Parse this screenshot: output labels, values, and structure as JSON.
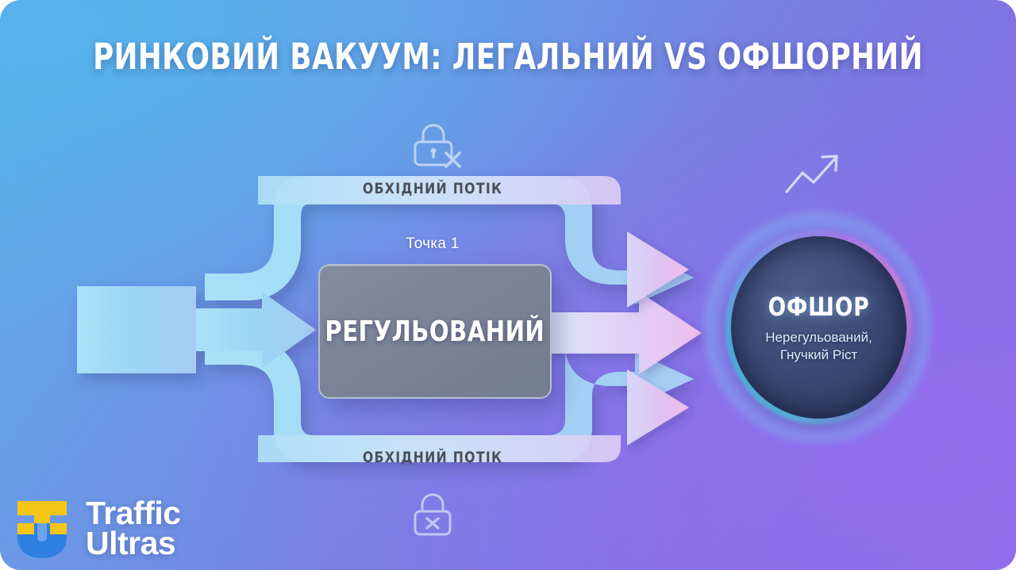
{
  "title": "РИНКОВИЙ ВАКУУМ: ЛЕГАЛЬНИЙ VS ОФШОРНИЙ",
  "flow": {
    "bypass_top_label": "ОБХІДНИЙ ПОТІК",
    "bypass_bottom_label": "ОБХІДНИЙ ПОТІК",
    "point_label": "Точка 1",
    "regulated_label": "РЕГУЛЬОВАНИЙ"
  },
  "offshore": {
    "title": "ОФШОР",
    "subtitle_line1": "Нерегульований,",
    "subtitle_line2": "Гнучкий Ріст"
  },
  "icons": {
    "lock_top": "lock-blocked-icon",
    "lock_bottom": "lock-blocked-icon",
    "trend": "trend-up-arrow-icon",
    "logo_mark": "traffic-ultras-tu-monogram-icon"
  },
  "logo": {
    "line1": "Traffic",
    "line2": "Ultras"
  },
  "colors": {
    "bg_start": "#5BAEE8",
    "bg_mid": "#7680E0",
    "bg_end": "#8B6CE8",
    "regulated_box": "#7B8496",
    "inflow_cyan": "#9BD7F6",
    "outflow_pink": "#E3BCF0",
    "offshore_core": "#3F4C78",
    "logo_yellow": "#F5C518",
    "logo_blue": "#2F7FE0",
    "band_text": "#4a4f57",
    "white": "#ffffff"
  }
}
